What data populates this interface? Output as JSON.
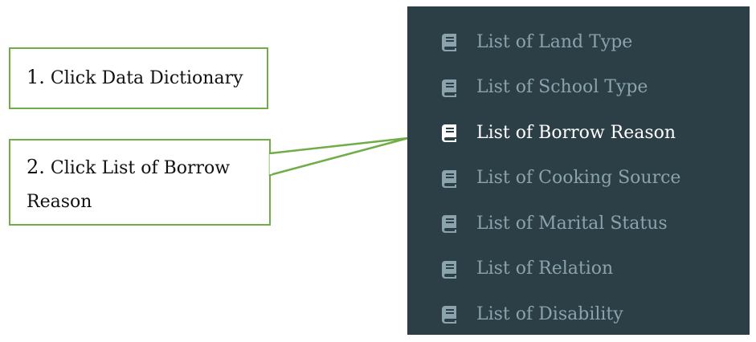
{
  "callouts": [
    {
      "number": "1.",
      "text": "Click Data Dictionary"
    },
    {
      "number": "2.",
      "text_line1": "Click List of Borrow",
      "text_line2": "Reason"
    }
  ],
  "menu": {
    "items": [
      {
        "label": "List of Land Type",
        "icon": "book-icon",
        "active": false
      },
      {
        "label": "List of School Type",
        "icon": "book-icon",
        "active": false
      },
      {
        "label": "List of Borrow Reason",
        "icon": "book-icon",
        "active": true
      },
      {
        "label": "List of Cooking Source",
        "icon": "book-icon",
        "active": false
      },
      {
        "label": "List of Marital Status",
        "icon": "book-icon",
        "active": false
      },
      {
        "label": "List of Relation",
        "icon": "book-icon",
        "active": false
      },
      {
        "label": "List of Disability",
        "icon": "book-icon",
        "active": false
      }
    ]
  },
  "colors": {
    "callout_border": "#70ad47",
    "panel_background": "#2c3e46",
    "menu_text": "#8aa3ad",
    "menu_text_active": "#ffffff"
  }
}
